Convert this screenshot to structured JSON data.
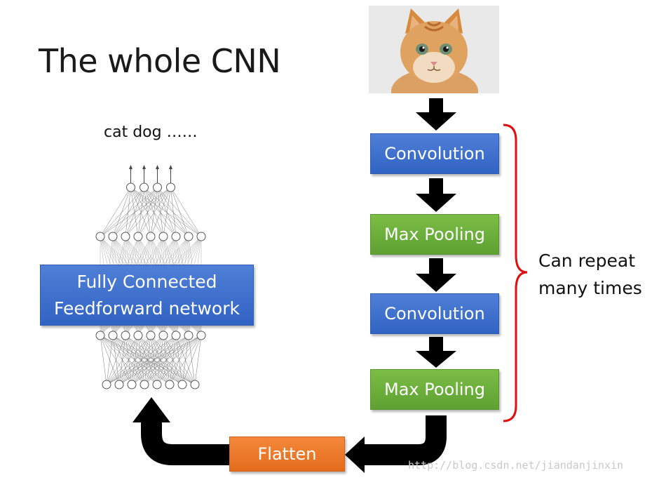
{
  "title": "The whole CNN",
  "outputs_label": "cat dog ……",
  "fc_box": {
    "line1": "Fully Connected",
    "line2": "Feedforward network"
  },
  "pipeline": {
    "conv1": "Convolution",
    "pool1": "Max Pooling",
    "conv2": "Convolution",
    "pool2": "Max Pooling",
    "flatten": "Flatten"
  },
  "repeat_note": {
    "line1": "Can repeat",
    "line2": "many times"
  },
  "input_image": "cat-photo",
  "watermark": "http://blog.csdn.net/jiandanjinxin",
  "colors": {
    "blue": "#3a6fcf",
    "green": "#6aae3b",
    "orange": "#ed7b2b",
    "brace": "#e01010",
    "arrow": "#000000"
  }
}
